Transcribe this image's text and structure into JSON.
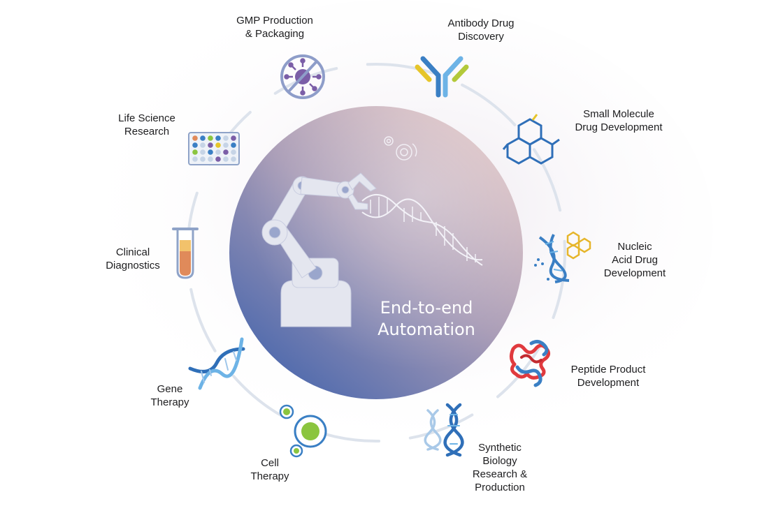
{
  "center": {
    "title": "End-to-end\nAutomation"
  },
  "applications": [
    {
      "id": "gmp",
      "label": "GMP Production\n& Packaging",
      "icon": "no-virus-icon"
    },
    {
      "id": "antibody",
      "label": "Antibody Drug\nDiscovery",
      "icon": "antibody-icon"
    },
    {
      "id": "small-molecule",
      "label": "Small Molecule\nDrug Development",
      "icon": "molecule-icon"
    },
    {
      "id": "nucleic",
      "label": "Nucleic\nAcid Drug\nDevelopment",
      "icon": "dna-hexagon-icon"
    },
    {
      "id": "peptide",
      "label": "Peptide Product\nDevelopment",
      "icon": "protein-icon"
    },
    {
      "id": "synbio",
      "label": "Synthetic\nBiology\nResearch &\nProduction",
      "icon": "double-dna-icon"
    },
    {
      "id": "cell",
      "label": "Cell\nTherapy",
      "icon": "cells-icon"
    },
    {
      "id": "gene",
      "label": "Gene\nTherapy",
      "icon": "dna-icon"
    },
    {
      "id": "clinical",
      "label": "Clinical\nDiagnostics",
      "icon": "test-tube-icon"
    },
    {
      "id": "lifesci",
      "label": "Life Science\nResearch",
      "icon": "well-plate-icon"
    }
  ],
  "colors": {
    "ring": "#e1e6ee",
    "blue": "#3a7fc4",
    "light_blue": "#6db3e6",
    "yellow": "#e6c52a",
    "red": "#e03a3e",
    "green": "#8bc53f",
    "purple": "#7b5ea7"
  }
}
